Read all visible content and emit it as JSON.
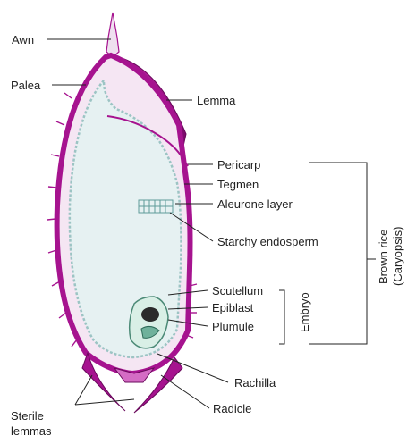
{
  "labels": {
    "awn": "Awn",
    "palea": "Palea",
    "lemma": "Lemma",
    "pericarp": "Pericarp",
    "tegmen": "Tegmen",
    "aleurone_layer": "Aleurone layer",
    "starchy_endosperm": "Starchy endosperm",
    "scutellum": "Scutellum",
    "epiblast": "Epiblast",
    "plumule": "Plumule",
    "rachilla": "Rachilla",
    "radicle": "Radicle",
    "sterile_lemmas_line1": "Sterile",
    "sterile_lemmas_line2": "lemmas"
  },
  "groups": {
    "embryo": "Embryo",
    "brown_rice_line1": "Brown rice",
    "brown_rice_line2": "(Caryopsis)"
  },
  "colors": {
    "hull": "#a6138f",
    "hull_light": "#d46cc4",
    "endosperm": "#e6f1f2",
    "endosperm_edge": "#9cc4c4",
    "embryo": "#6fb19b",
    "line": "#222222"
  }
}
